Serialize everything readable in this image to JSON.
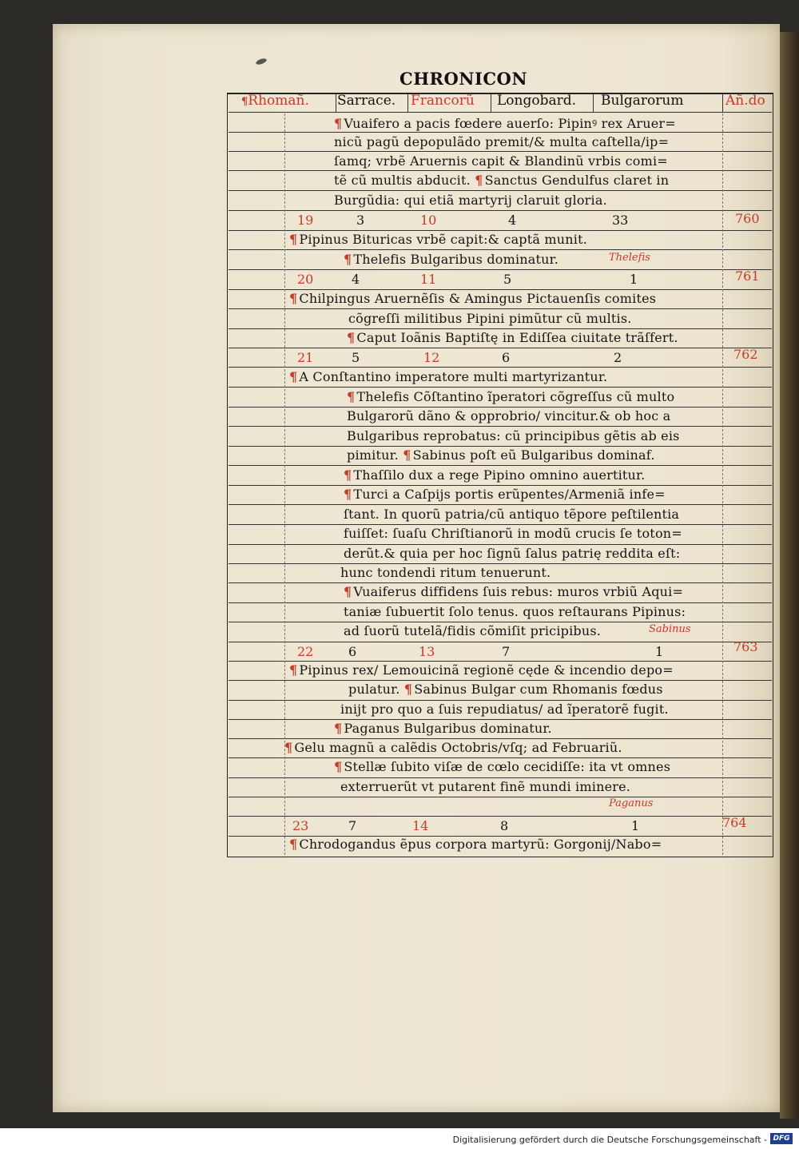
{
  "heading": "CHRONICON",
  "columns": {
    "rhoman": "Rhomañ.",
    "sarrace": "Sarrace.",
    "francoru": "Francorũ",
    "longobard": "Longobard.",
    "bulgarorum": "Bulgarorum",
    "an_do": "Añ.do"
  },
  "lines": [
    "Vuaifero a pacis fœdere auerſo: Pipinꝰ rex Aruer=",
    "nicũ pagũ depopulãdo premit/& multa caſtella/ip=",
    "ſamq; vrbẽ Aruernis capit & Blandinũ vrbis comi=",
    "tẽ cũ multis abducit.",
    "Sanctus Gendulfus claret in",
    "Burgũdia: qui etiã martyrij claruit gloria.",
    "Pipinus Bituricas vrbẽ capit:& captã munit.",
    "Thelefis Bulgaribus dominatur.",
    "Chilpingus Aruernẽſis & Amingus Pictauenſis comites",
    "cõgreſſi militibus Pipini pimũtur cũ multis.",
    "Caput Ioãnis Baptiſtę in Ediſſea ciuitate trãſfert.",
    "A Conſtantino imperatore multi martyrizantur.",
    "Thelefis Cõſtantino ĩperatori cõgreſſus cũ multo",
    "Bulgarorũ dãno & opprobrio/ vincitur.& ob hoc a",
    "Bulgaribus reprobatus: cũ principibus gẽtis ab eis",
    "pimitur.",
    "Sabinus poſt eũ Bulgaribus dominaf.",
    "Thaſſilo dux a rege Pipino omnino auertitur.",
    "Turci a Caſpijs portis erũpentes/Armeniã infe=",
    "ſtant. In quorũ patria/cũ antiquo tẽpore peſtilentia",
    "fuiſſet: ſuaſu Chriſtianorũ in modũ crucis ſe toton=",
    "derũt.& quia per hoc ſignũ ſalus patrię reddita eſt:",
    "hunc tondendi ritum tenuerunt.",
    "Vuaiferus diffidens ſuis rebus: muros vrbiũ Aqui=",
    "taniæ ſubuertit ſolo tenus. quos reſtaurans Pipinus:",
    "ad ſuorũ tutelã/fidis cõmiſit pricipibus.",
    "Pipinus rex/ Lemouicinã regionẽ cęde & incendio depo=",
    "pulatur.",
    "Sabinus Bulgar cum Rhomanis fœdus",
    "inijt pro quo a ſuis repudiatus/ ad ĩperatorẽ fugit.",
    "Paganus Bulgaribus dominatur.",
    "Gelu magnũ a calẽdis Octobris/vſq; ad Februariũ.",
    "Stellæ ſubito viſæ de cœlo cecidiſſe: ita vt omnes",
    "exterruerũt vt putarent finẽ mundi iminere.",
    "Chrodogandus ẽpus corpora martyrũ: Gorgonij/Nabo="
  ],
  "notes": [
    "Thelefis",
    "Sabinus",
    "Paganus"
  ],
  "years": [
    {
      "rhoman": "19",
      "sarrace": "3",
      "franc": "10",
      "longob": "4",
      "bulg": "33",
      "an": "760"
    },
    {
      "rhoman": "20",
      "sarrace": "4",
      "franc": "11",
      "longob": "5",
      "bulg": "1",
      "an": "761"
    },
    {
      "rhoman": "21",
      "sarrace": "5",
      "franc": "12",
      "longob": "6",
      "bulg": "2",
      "an": "762"
    },
    {
      "rhoman": "22",
      "sarrace": "6",
      "franc": "13",
      "longob": "7",
      "bulg": "1",
      "an": "763"
    },
    {
      "rhoman": "23",
      "sarrace": "7",
      "franc": "14",
      "longob": "8",
      "bulg": "1",
      "an": "764"
    }
  ],
  "footer": {
    "text": "Digitalisierung gefördert durch die Deutsche Forschungsgemeinschaft -",
    "logo": "DFG"
  }
}
